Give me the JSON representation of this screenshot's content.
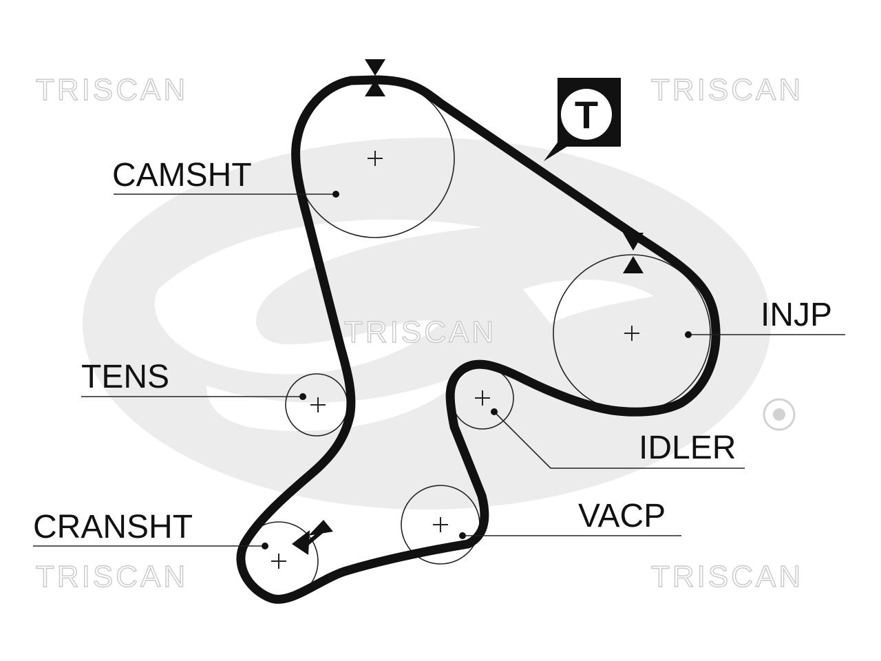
{
  "colors": {
    "belt": "#111111",
    "watermark_stroke": "#c8c8c8",
    "logo_fill": "#ececec"
  },
  "watermark": {
    "text": "TRISCAN",
    "logo": "Gates"
  },
  "labels": {
    "camshaft": "CAMSHT",
    "injection_pump": "INJP",
    "tensioner": "TENS",
    "idler": "IDLER",
    "crankshaft": "CRANSHT",
    "vacuum_pump": "VACP"
  },
  "tension_badge": {
    "letter": "T",
    "icon": "tension-marker-icon"
  }
}
